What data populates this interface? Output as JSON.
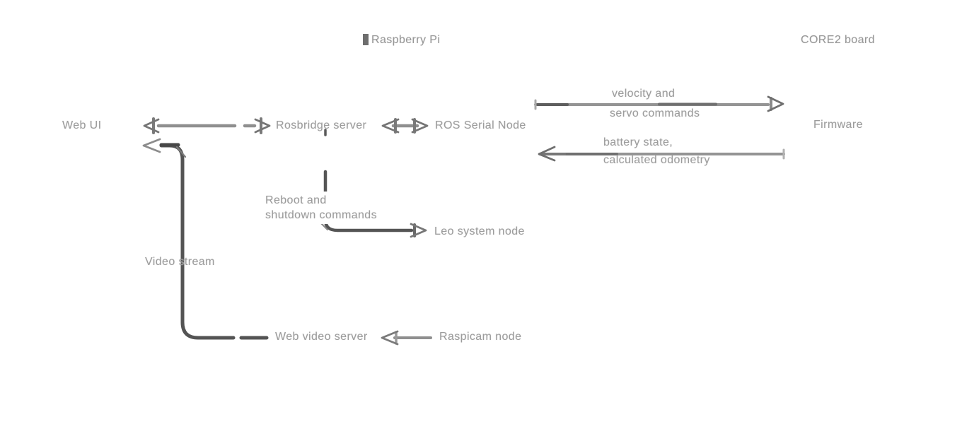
{
  "diagram": {
    "title_left": "Raspberry Pi",
    "title_right": "CORE2 board",
    "nodes": {
      "web_ui": "Web UI",
      "rosbridge_server": "Rosbridge server",
      "ros_serial_node": "ROS Serial Node",
      "firmware": "Firmware",
      "leo_system_node": "Leo system node",
      "web_video_server": "Web video server",
      "raspicam_node": "Raspicam node"
    },
    "edge_labels": {
      "velocity": {
        "line1": "velocity and",
        "line2": "servo commands"
      },
      "battery": {
        "line1": "battery state,",
        "line2": "calculated odometry"
      },
      "reboot": {
        "line1": "Reboot and",
        "line2": "shutdown commands"
      },
      "video_stream": "Video stream"
    },
    "colors": {
      "line_gray": "#919191",
      "line_dark": "#545454",
      "line_mid": "#6f6f6f",
      "text_gray": "#9c9c9c",
      "title_gray": "#979797",
      "background": "#ffffff"
    }
  }
}
